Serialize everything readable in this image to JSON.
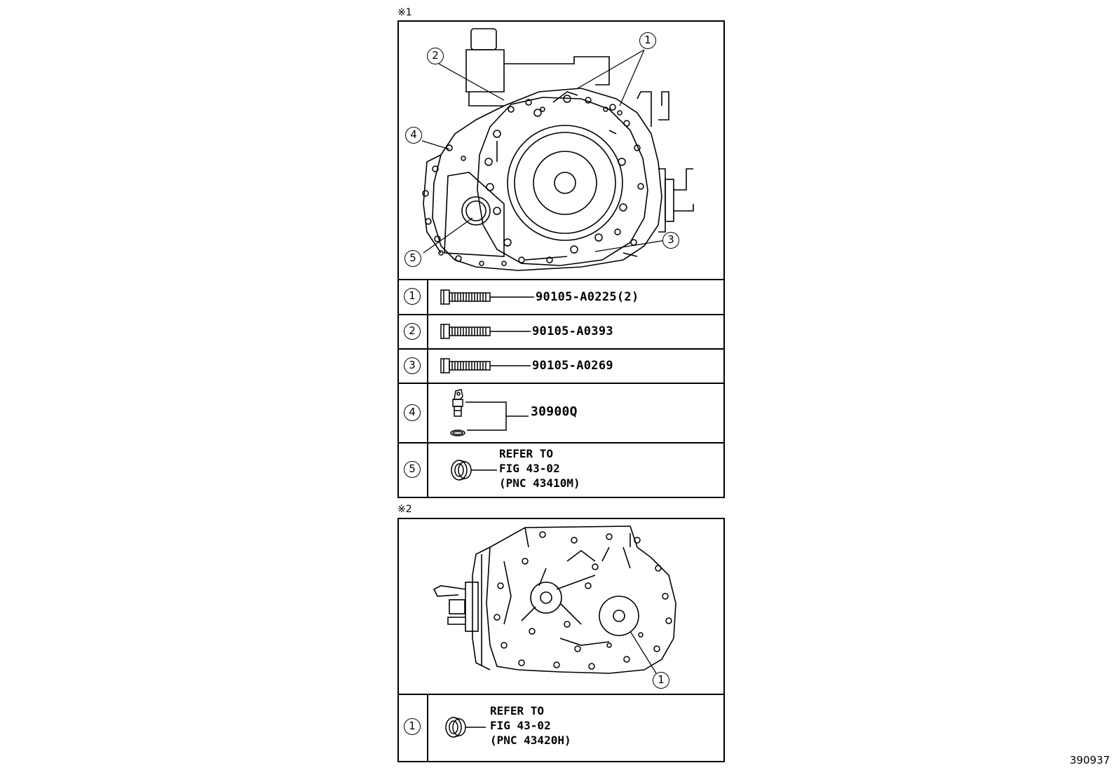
{
  "notes": {
    "top": "※1",
    "bottom": "※2"
  },
  "callouts": {
    "c1": "1",
    "c2": "2",
    "c3": "3",
    "c4": "4",
    "c5": "5"
  },
  "parts_top": [
    {
      "num": "1",
      "part_number": "90105-A0225(2)"
    },
    {
      "num": "2",
      "part_number": "90105-A0393"
    },
    {
      "num": "3",
      "part_number": "90105-A0269"
    },
    {
      "num": "4",
      "part_number": "30900Q"
    },
    {
      "num": "5",
      "ref_line1": "REFER TO",
      "ref_line2": "FIG 43-02",
      "ref_line3": "(PNC 43410M)"
    }
  ],
  "bottom_callout": "1",
  "parts_bottom": [
    {
      "num": "1",
      "ref_line1": "REFER TO",
      "ref_line2": "FIG 43-02",
      "ref_line3": "(PNC 43420H)"
    }
  ],
  "figure_code": "390937"
}
